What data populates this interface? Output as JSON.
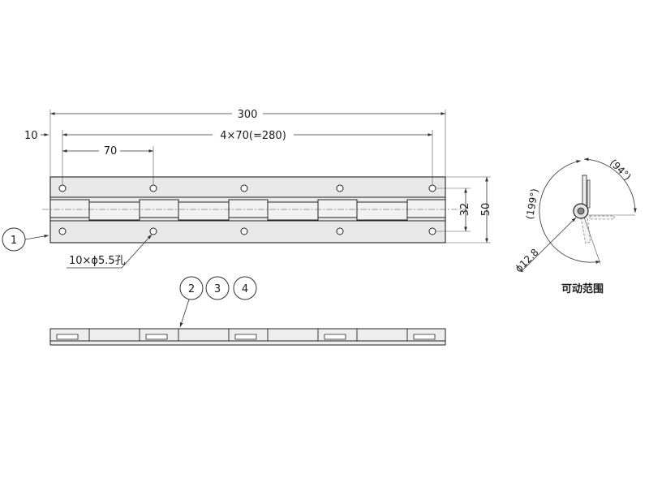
{
  "dimensions": {
    "total_length": "300",
    "edge_offset": "10",
    "hole_pitch_total": "4×70(=280)",
    "hole_pitch": "70",
    "width": "50",
    "hole_row_spacing": "32",
    "holes": "10×ϕ5.5孔",
    "pin_diameter": "ϕ12.8",
    "angle_opening": "(94°)",
    "angle_range": "(199°)"
  },
  "parts": {
    "item_1": "1",
    "item_2": "2",
    "item_3": "3",
    "item_4": "4"
  },
  "labels": {
    "motion_range": "可动范围"
  }
}
